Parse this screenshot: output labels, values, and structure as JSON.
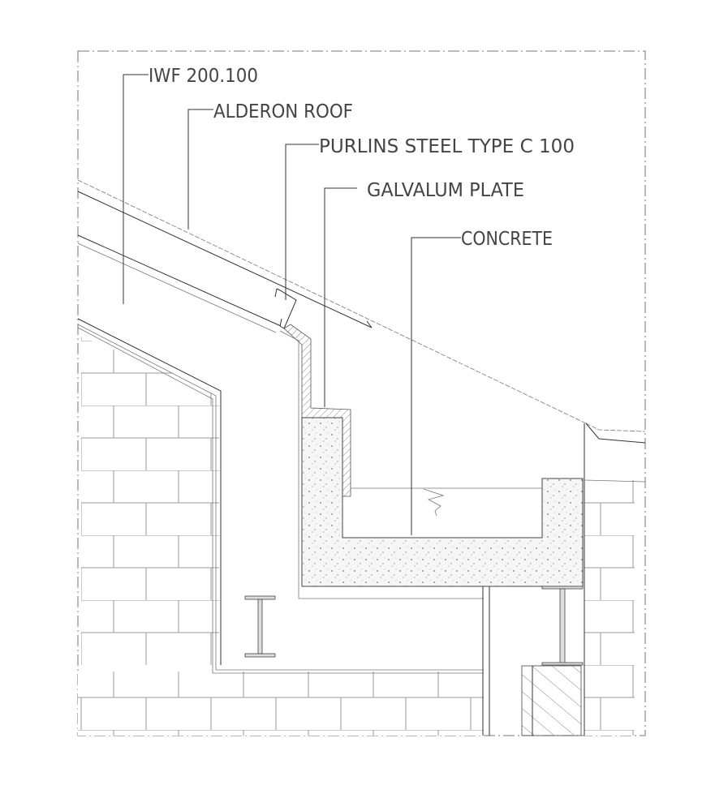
{
  "drawing": {
    "labels": {
      "iwf": "IWF 200.100",
      "roof": "ALDERON ROOF",
      "purlins": "PURLINS STEEL TYPE C 100",
      "galvalum": "GALVALUM PLATE",
      "concrete": "CONCRETE"
    },
    "colors": {
      "line": "#333333",
      "hatch": "#888888",
      "concrete_dots": "#777777"
    }
  }
}
